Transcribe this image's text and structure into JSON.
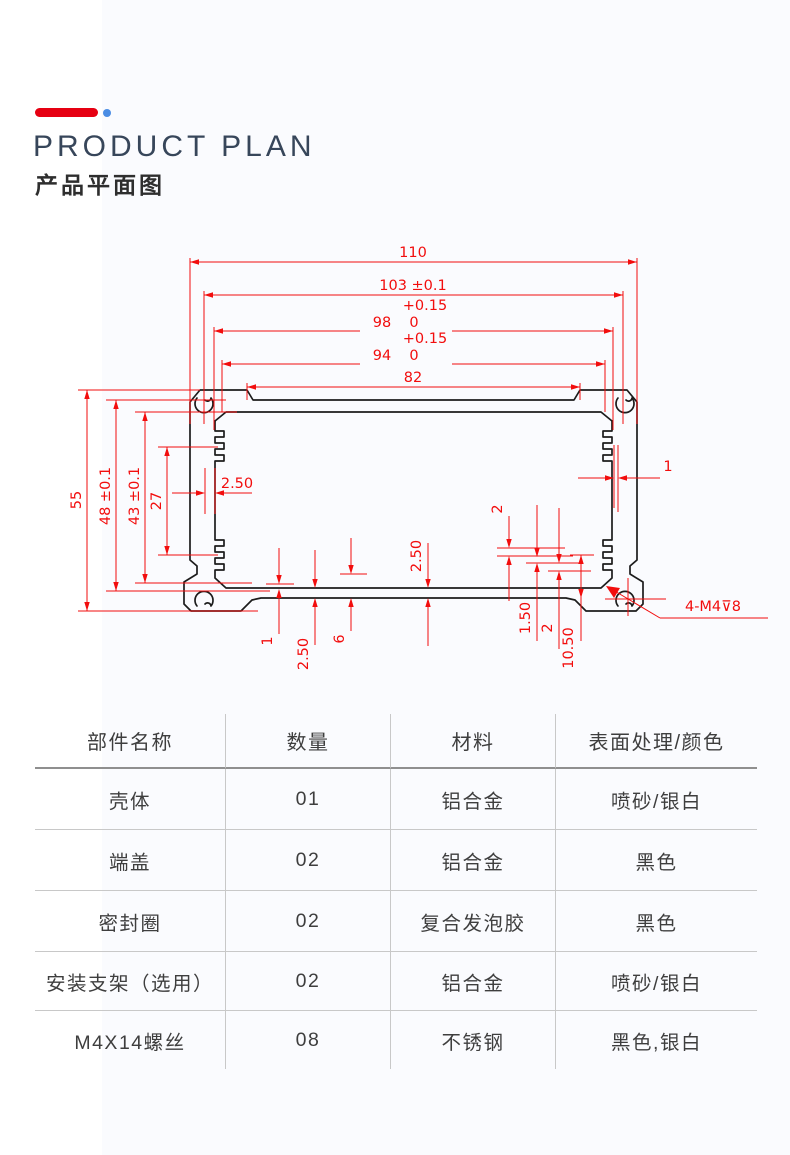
{
  "header": {
    "product_title_en": "PRODUCT PLAN",
    "product_title_zh": "产品平面图",
    "accent_bar_color": "#e60012",
    "accent_dot_color": "#4b8de4"
  },
  "drawing": {
    "line_color": "#1c1c1c",
    "dim_color": "#f20d0d",
    "dims": {
      "width_total": "110",
      "width_103": "103 ±0.1",
      "width_98": "98",
      "width_94": "94",
      "width_82": "82",
      "tol_plus": "+0.15",
      "tol_zero": "0",
      "height_55": "55",
      "height_48": "48 ±0.1",
      "height_43": "43 ±0.1",
      "height_27": "27",
      "wall_2_50": "2.50",
      "right_wall_1": "1",
      "bottom_center_2_50": "2.50",
      "bottom_left_1": "1",
      "bottom_left_2_50": "2.50",
      "bottom_left_6": "6",
      "slot_2": "2",
      "slot_1_50": "1.50",
      "slot_2b": "2",
      "slot_10_50": "10.50",
      "thread_note": "4-M4⊽8"
    }
  },
  "parts_table": {
    "headers": [
      "部件名称",
      "数量",
      "材料",
      "表面处理/颜色"
    ],
    "rows": [
      [
        "壳体",
        "01",
        "铝合金",
        "喷砂/银白"
      ],
      [
        "端盖",
        "02",
        "铝合金",
        "黑色"
      ],
      [
        "密封圈",
        "02",
        "复合发泡胶",
        "黑色"
      ],
      [
        "安装支架（选用）",
        "02",
        "铝合金",
        "喷砂/银白"
      ],
      [
        "M4X14螺丝",
        "08",
        "不锈钢",
        "黑色,银白"
      ]
    ]
  }
}
